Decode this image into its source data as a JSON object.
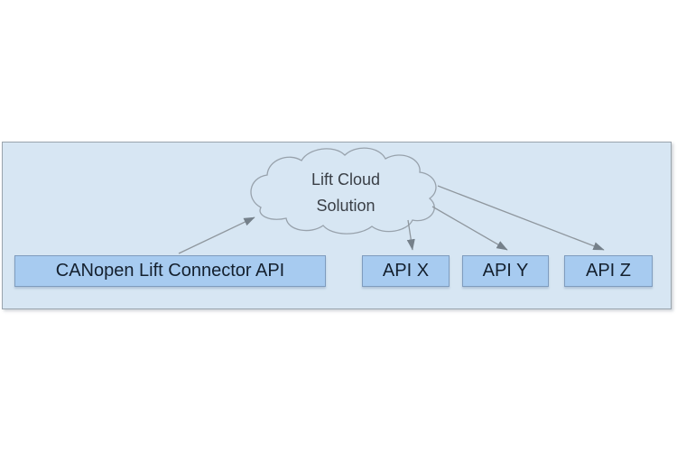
{
  "panel": {
    "background": "#d7e6f3",
    "border_color": "#9aa4ad"
  },
  "cloud": {
    "label_line1": "Lift Cloud",
    "label_line2": "Solution",
    "outline_color": "#98a2ac",
    "fill": "#d7e6f3",
    "text_color": "#3a3f46"
  },
  "nodes": [
    {
      "label": "CANopen Lift Connector API"
    },
    {
      "label": "API X"
    },
    {
      "label": "API Y"
    },
    {
      "label": "API Z"
    }
  ],
  "node_style": {
    "fill": "#a7cbf0",
    "border_color": "#7f9cbe",
    "text_color": "#14202e"
  },
  "arrows": {
    "line_color": "#8f979e",
    "head_color": "#75808a",
    "connections": [
      {
        "from": "CANopen Lift Connector API",
        "to": "Lift Cloud Solution"
      },
      {
        "from": "Lift Cloud Solution",
        "to": "API X"
      },
      {
        "from": "Lift Cloud Solution",
        "to": "API Y"
      },
      {
        "from": "Lift Cloud Solution",
        "to": "API Z"
      }
    ]
  }
}
